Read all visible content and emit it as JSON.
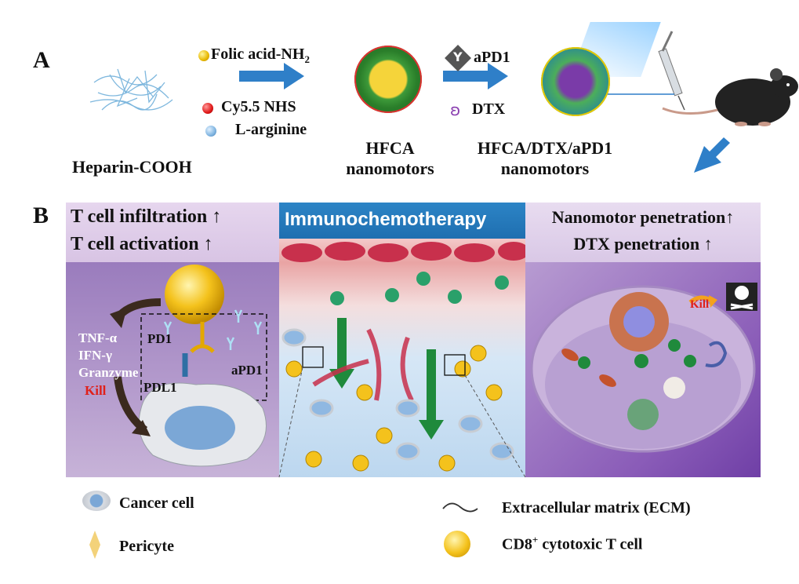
{
  "panel_a": {
    "label": "A",
    "reagents": {
      "folic": "Folic acid-NH",
      "folic_sub": "2",
      "cy": "Cy5.5 NHS",
      "arg": "L-arginine"
    },
    "heparin": "Heparin-COOH",
    "hfca_line1": "HFCA",
    "hfca_line2": "nanomotors",
    "apd1": "aPD1",
    "dtx": "DTX",
    "product_line1": "HFCA/DTX/aPD1",
    "product_line2": "nanomotors"
  },
  "panel_b": {
    "label": "B",
    "left_header_1": "T cell infiltration ↑",
    "left_header_2": "T cell activation ↑",
    "mid_header": "Immunochemotherapy",
    "right_header_1": "Nanomotor penetration↑",
    "right_header_2": "DTX penetration ↑",
    "cytokines": [
      "TNF-α",
      "IFN-γ",
      "Granzyme"
    ],
    "kill": "Kill",
    "pd1": "PD1",
    "pdl1": "PDL1",
    "apd1": "aPD1",
    "kill_right": "Kill"
  },
  "legend": {
    "cancer_cell": "Cancer cell",
    "pericyte": "Pericyte",
    "ecm": "Extracellular matrix (ECM)",
    "cd8_pre": "CD8",
    "cd8_sup": "+",
    "cd8_post": " cytotoxic T cell"
  },
  "colors": {
    "arrow_blue": "#2f7fc8",
    "kill_red": "#e0201a",
    "header_blue": "#1f6fb0",
    "panel_purple": "#8f6cb0",
    "tcell_yellow": "#f4c21c",
    "nanomotor_green": "#1a9a5a"
  }
}
